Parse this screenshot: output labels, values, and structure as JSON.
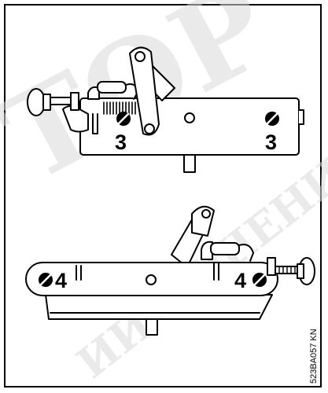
{
  "figure": {
    "callouts": {
      "top_left": "3",
      "top_right": "3",
      "bottom_left": "4",
      "bottom_right": "4"
    },
    "reference_code": "523BA057 KN",
    "watermark": {
      "main": "ТОР",
      "sub": "ИИ РЕШЕНИЯ"
    },
    "colors": {
      "line": "#000000",
      "background": "#ffffff",
      "watermark": "#d9d9d9"
    }
  }
}
